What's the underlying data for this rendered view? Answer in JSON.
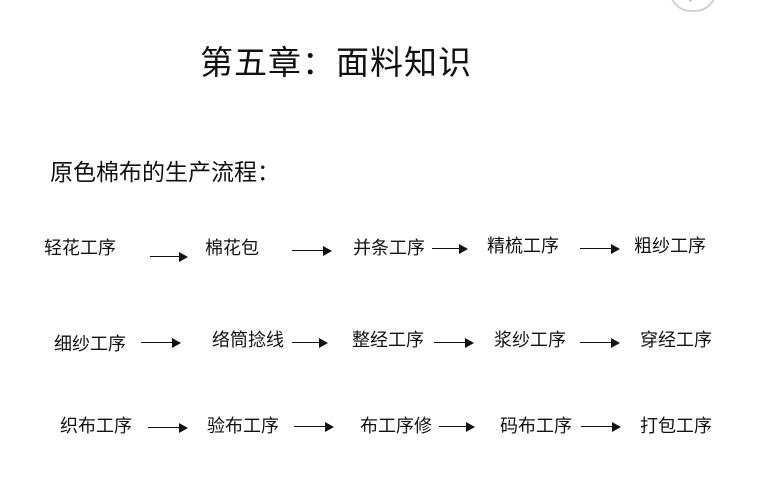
{
  "title": "第五章：面料知识",
  "subtitle": "原色棉布的生产流程：",
  "rows": [
    [
      "轻花工序",
      "棉花包",
      "并条工序",
      "精梳工序",
      "粗纱工序"
    ],
    [
      "细纱工序",
      "络筒捻线",
      "整经工序",
      "浆纱工序",
      "穿经工序"
    ],
    [
      "织布工序",
      "验布工序",
      "布工序修",
      "码布工序",
      "打包工序"
    ]
  ],
  "icons": {
    "arrow": "arrow-right-icon",
    "corner": "logo-mark-icon"
  }
}
